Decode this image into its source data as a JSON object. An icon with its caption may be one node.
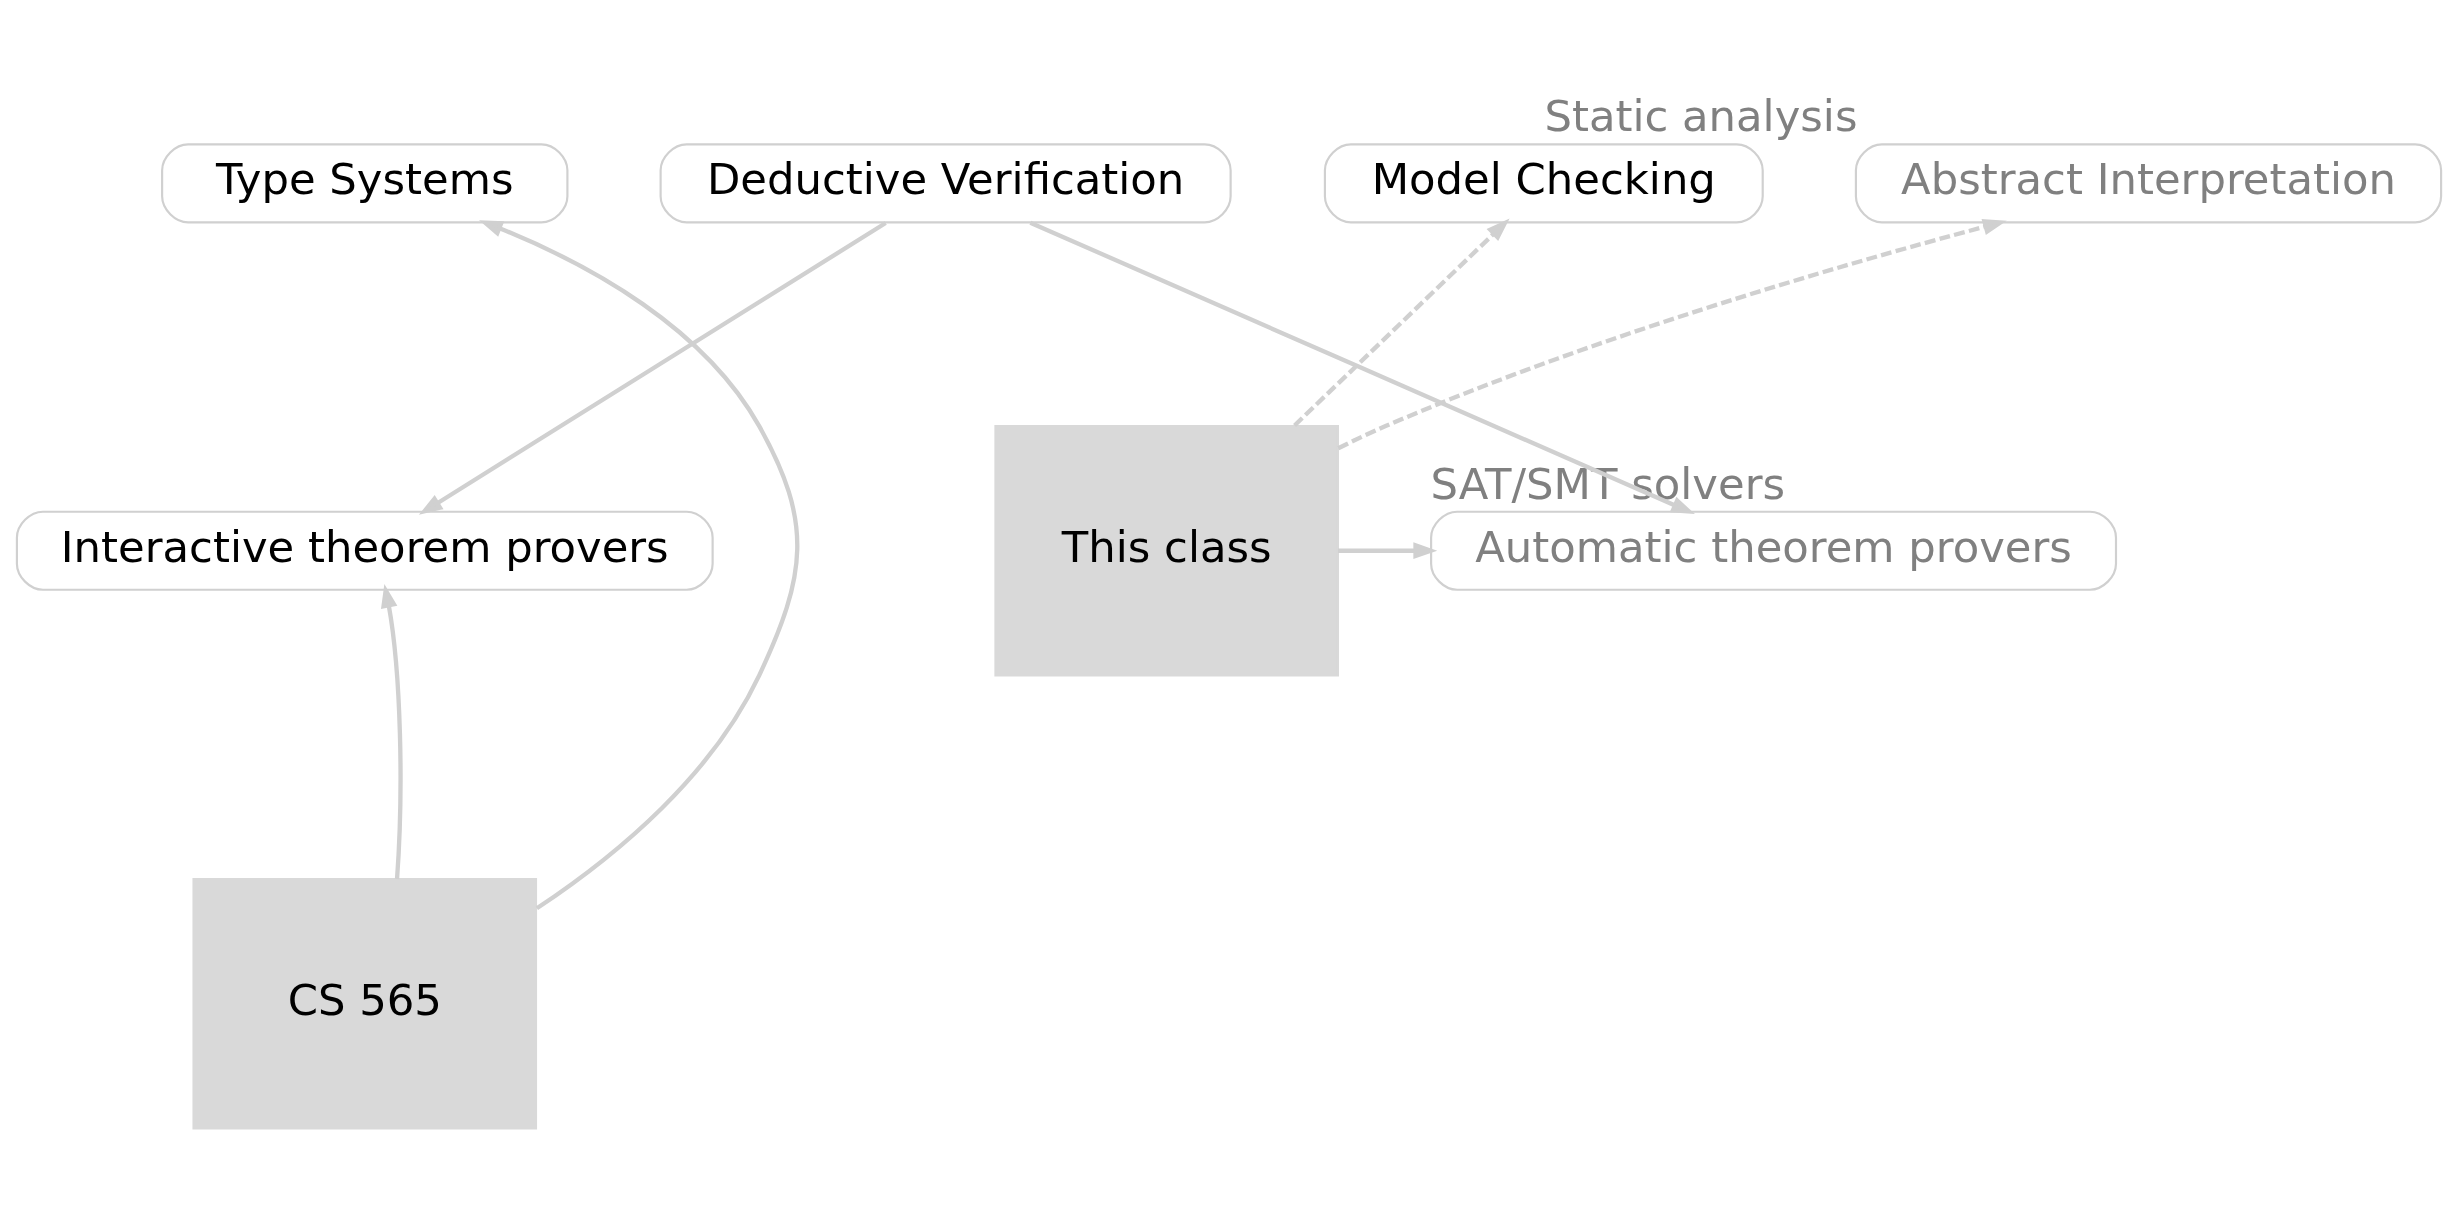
{
  "diagram": {
    "nodes": [
      {
        "text": [
          "Type Systems"
        ]
      },
      {
        "text": [
          "Deductive Verification"
        ]
      },
      {
        "text": [
          "Model Checking"
        ]
      },
      {
        "text": [
          "Abstract Interpretation"
        ],
        "beside": [
          "Static analysis"
        ]
      },
      {
        "text": [
          "Interactive theorem provers"
        ]
      },
      {
        "text": [
          "Automatic theorem provers"
        ],
        "beside": [
          "SAT/SMT solvers"
        ]
      },
      {
        "text": [
          "This class"
        ]
      },
      {
        "text": [
          "CS 565"
        ]
      }
    ],
    "edges": [
      {
        "from": 7,
        "to": 0,
        "arrow": "to"
      },
      {
        "from": 7,
        "to": 4,
        "arrow": "to"
      },
      {
        "from": 1,
        "to": 4,
        "arrow": "to"
      },
      {
        "from": 1,
        "to": 5,
        "arrow": "to"
      },
      {
        "from": 6,
        "to": 5,
        "arrow": "to"
      },
      {
        "from": 6,
        "to": 2,
        "arrow": "to",
        "style": "dashed"
      },
      {
        "from": 6,
        "to": 3,
        "arrow": "to",
        "style": "dashed"
      }
    ]
  }
}
